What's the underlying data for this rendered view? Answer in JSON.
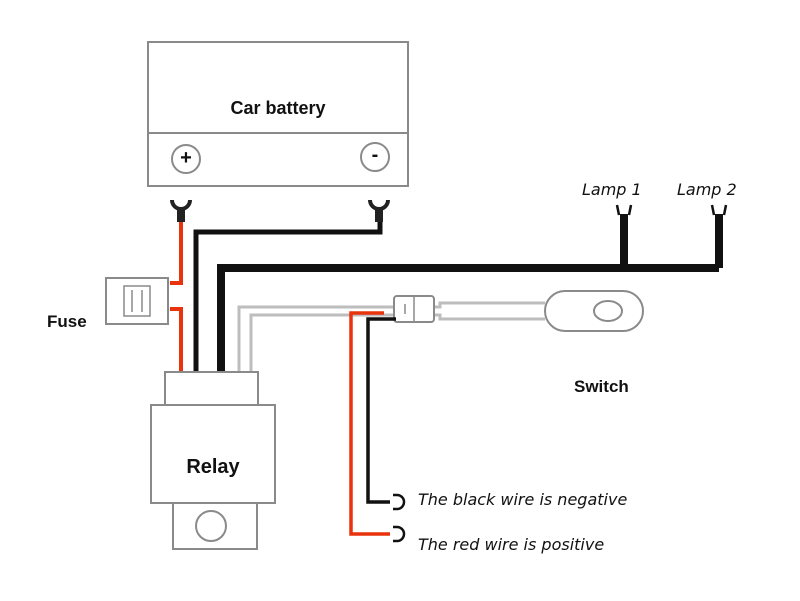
{
  "battery": {
    "label": "Car battery",
    "positive_symbol": "+",
    "negative_symbol": "-"
  },
  "fuse": {
    "label": "Fuse"
  },
  "relay": {
    "label": "Relay"
  },
  "switch": {
    "label": "Switch"
  },
  "lamps": [
    {
      "label": "Lamp 1"
    },
    {
      "label": "Lamp 2"
    }
  ],
  "notes": {
    "black_wire": "The black wire is negative",
    "red_wire": "The red wire is positive"
  },
  "colors": {
    "red_wire": "#e8330c",
    "black_wire": "#111111",
    "white_wire": "#bdbdbd",
    "outline": "#8a8a8a"
  }
}
